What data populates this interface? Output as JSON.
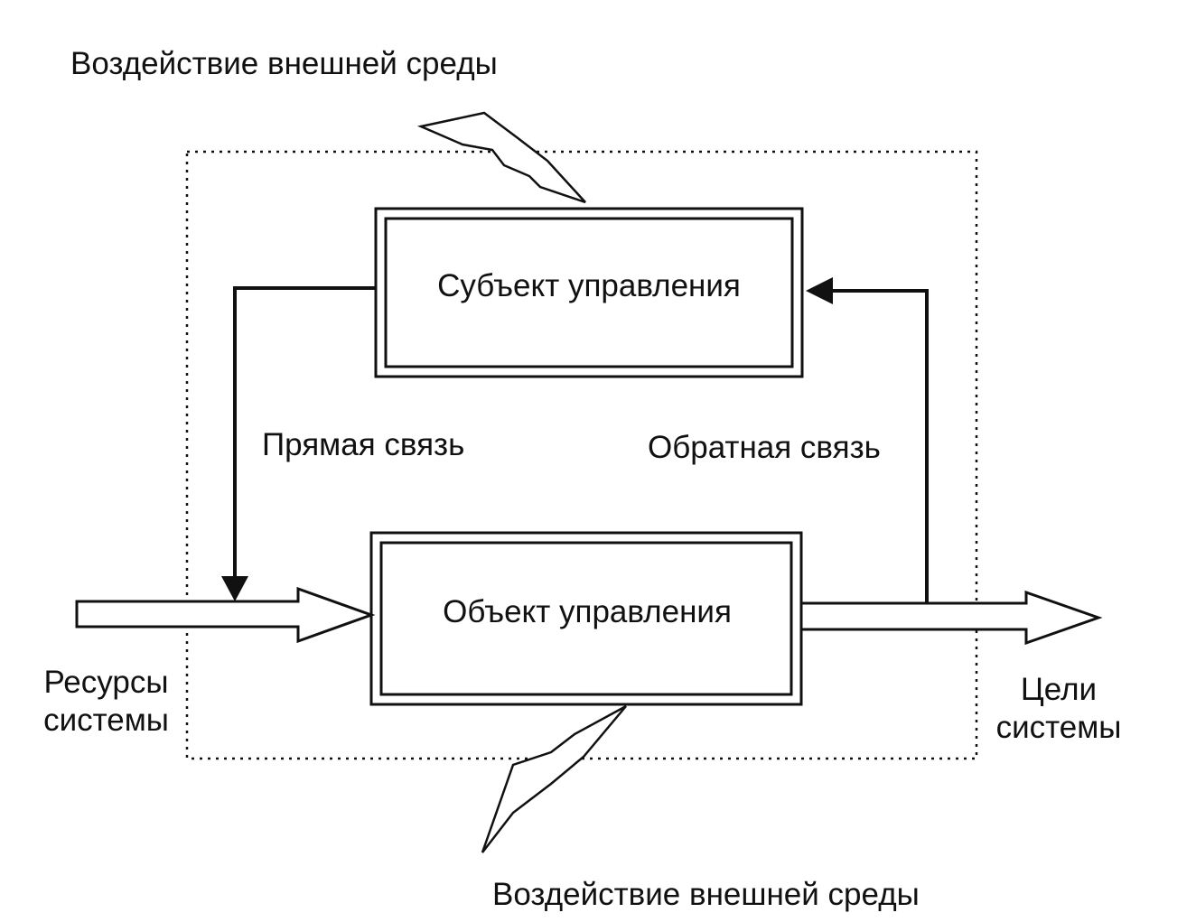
{
  "diagram": {
    "environment_top": "Воздействие внешней среды",
    "environment_bottom": "Воздействие внешней среды",
    "subject_box": "Субъект управления",
    "object_box": "Объект управления",
    "direct_link": "Прямая связь",
    "feedback_link": "Обратная связь",
    "input": {
      "line1": "Ресурсы",
      "line2": "системы"
    },
    "output": {
      "line1": "Цели",
      "line2": "системы"
    }
  }
}
